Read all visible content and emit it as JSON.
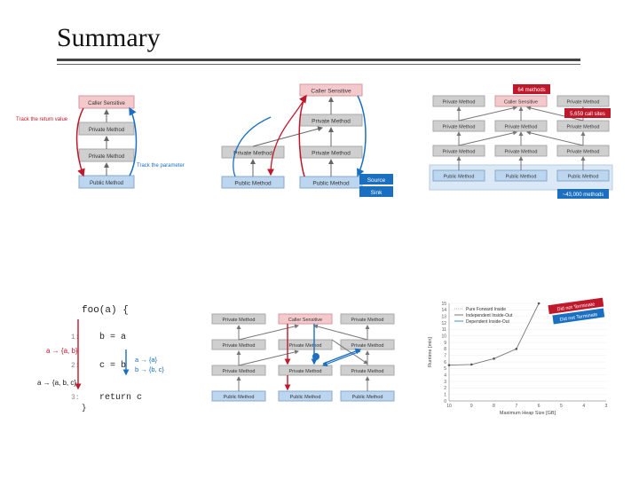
{
  "slide": {
    "title": "Summary"
  },
  "labels": {
    "caller_sensitive": "Caller Sensitive",
    "private_method": "Private Method",
    "public_method": "Public Method",
    "source": "Source",
    "sink": "Sink"
  },
  "panel1": {
    "track_return": "Track the return value",
    "track_param": "Track the parameter"
  },
  "panel3": {
    "callout_methods": "64 methods",
    "callout_callsites": "5,659 call sites",
    "callout_bottom": "~43,000 methods"
  },
  "panel4": {
    "code": [
      "foo(a) {",
      "b = a",
      "c = b",
      "return c",
      "}"
    ],
    "line_nums": [
      "1:",
      "2:",
      "3:"
    ],
    "ann_a1": "a → {a, b}",
    "ann_a2": "a → {a, b, c}",
    "ann_b1": "a → {a}",
    "ann_b2": "b → {b, c}"
  },
  "panel6": {
    "flag1": "Did not Terminate",
    "flag2": "Did not Terminate"
  },
  "chart_data": {
    "type": "line",
    "title": "",
    "xlabel": "Maximum Heap Size [GB]",
    "ylabel": "Runtime [min]",
    "x": [
      10,
      9,
      8,
      7,
      6,
      5,
      4,
      3
    ],
    "xlim": [
      10,
      3
    ],
    "ylim": [
      0,
      15
    ],
    "yticks": [
      0,
      1,
      2,
      3,
      4,
      5,
      6,
      7,
      8,
      9,
      10,
      11,
      12,
      13,
      14,
      15
    ],
    "xticks": [
      10,
      9,
      8,
      7,
      6,
      5,
      4,
      3
    ],
    "legend_placement": "top-left",
    "series": [
      {
        "name": "Pure Forward Inside",
        "values": [
          null,
          null,
          null,
          null,
          null,
          null,
          null,
          null
        ]
      },
      {
        "name": "Independent Inside-Out",
        "values": [
          null,
          null,
          null,
          null,
          null,
          null,
          null,
          null
        ]
      },
      {
        "name": "Dependent Inside-Out",
        "values": [
          5.5,
          5.6,
          6.5,
          8,
          15,
          null,
          null,
          null
        ]
      }
    ],
    "grid": true
  },
  "colors": {
    "red": "#c0182b",
    "blue": "#1a6fc0",
    "gray": "#cfcfcf",
    "pink": "#f3c9cc",
    "lightblue": "#bcd6ef"
  }
}
